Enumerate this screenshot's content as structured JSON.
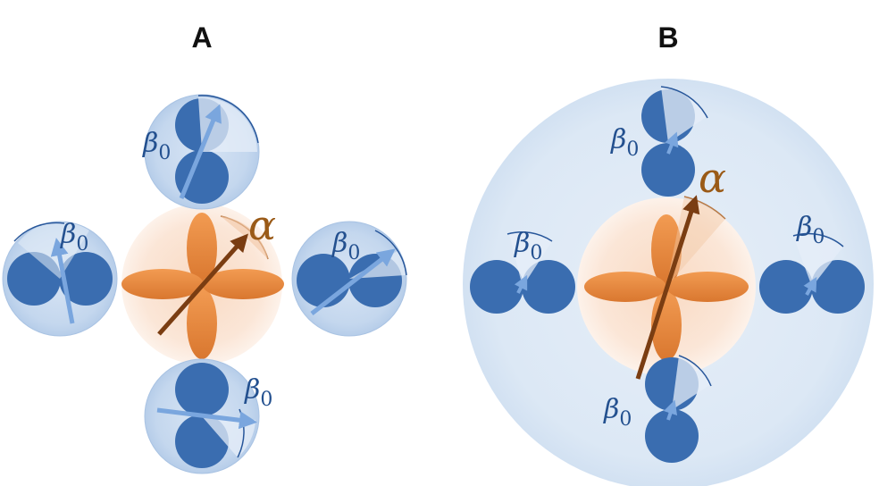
{
  "panels": {
    "a": {
      "label": "A"
    },
    "b": {
      "label": "B"
    }
  },
  "symbols": {
    "beta": "β",
    "beta_sub": "0",
    "alpha": "α"
  },
  "colors": {
    "dimer_blue": "#3a6db0",
    "halo_blue": "#c3d6ec",
    "arrow_blue": "#7aa6de",
    "orange_lobe": "#e58a3f",
    "orange_halo": "#f9dcc6",
    "brown_arrow": "#7a3d12"
  }
}
